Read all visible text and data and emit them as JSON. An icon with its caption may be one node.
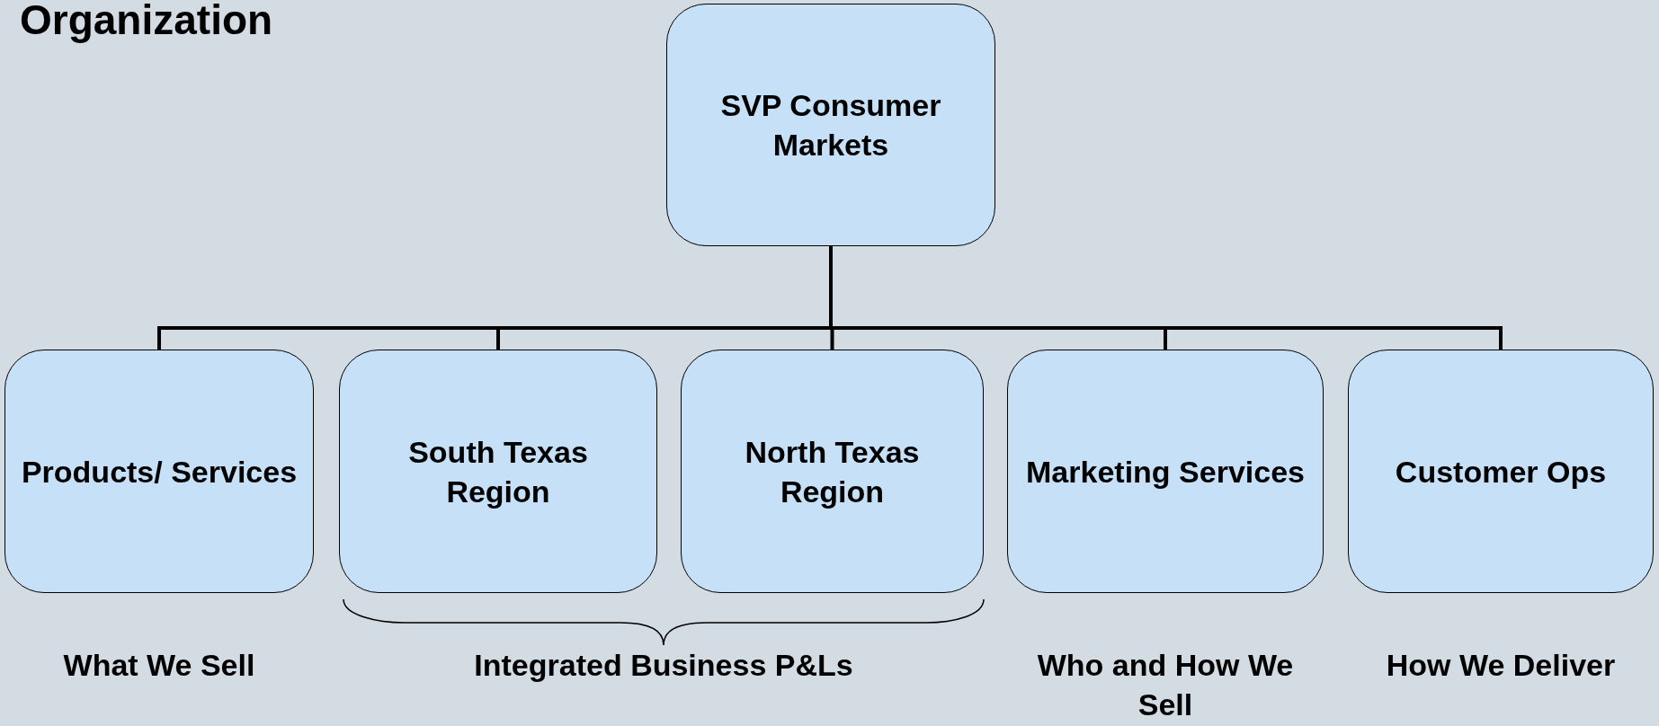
{
  "diagram": {
    "title": "Organization",
    "nodes": [
      {
        "text": [
          "SVP Consumer Markets"
        ]
      },
      {
        "text": [
          "Products/ Services"
        ],
        "beside": [
          "What We Sell"
        ]
      },
      {
        "text": [
          "South Texas Region"
        ]
      },
      {
        "text": [
          "North Texas Region"
        ]
      },
      {
        "text": [
          "Marketing Services"
        ],
        "beside": [
          "Who and How We Sell"
        ]
      },
      {
        "text": [
          "Customer Ops"
        ],
        "beside": [
          "How We Deliver"
        ]
      }
    ],
    "edges": [
      {
        "from": 0,
        "to": 1,
        "arrow": "none"
      },
      {
        "from": 0,
        "to": 2,
        "arrow": "none"
      },
      {
        "from": 0,
        "to": 3,
        "arrow": "none"
      },
      {
        "from": 0,
        "to": 4,
        "arrow": "none"
      },
      {
        "from": 0,
        "to": 5,
        "arrow": "none"
      }
    ],
    "labels": [
      "Integrated Business P&Ls"
    ]
  }
}
